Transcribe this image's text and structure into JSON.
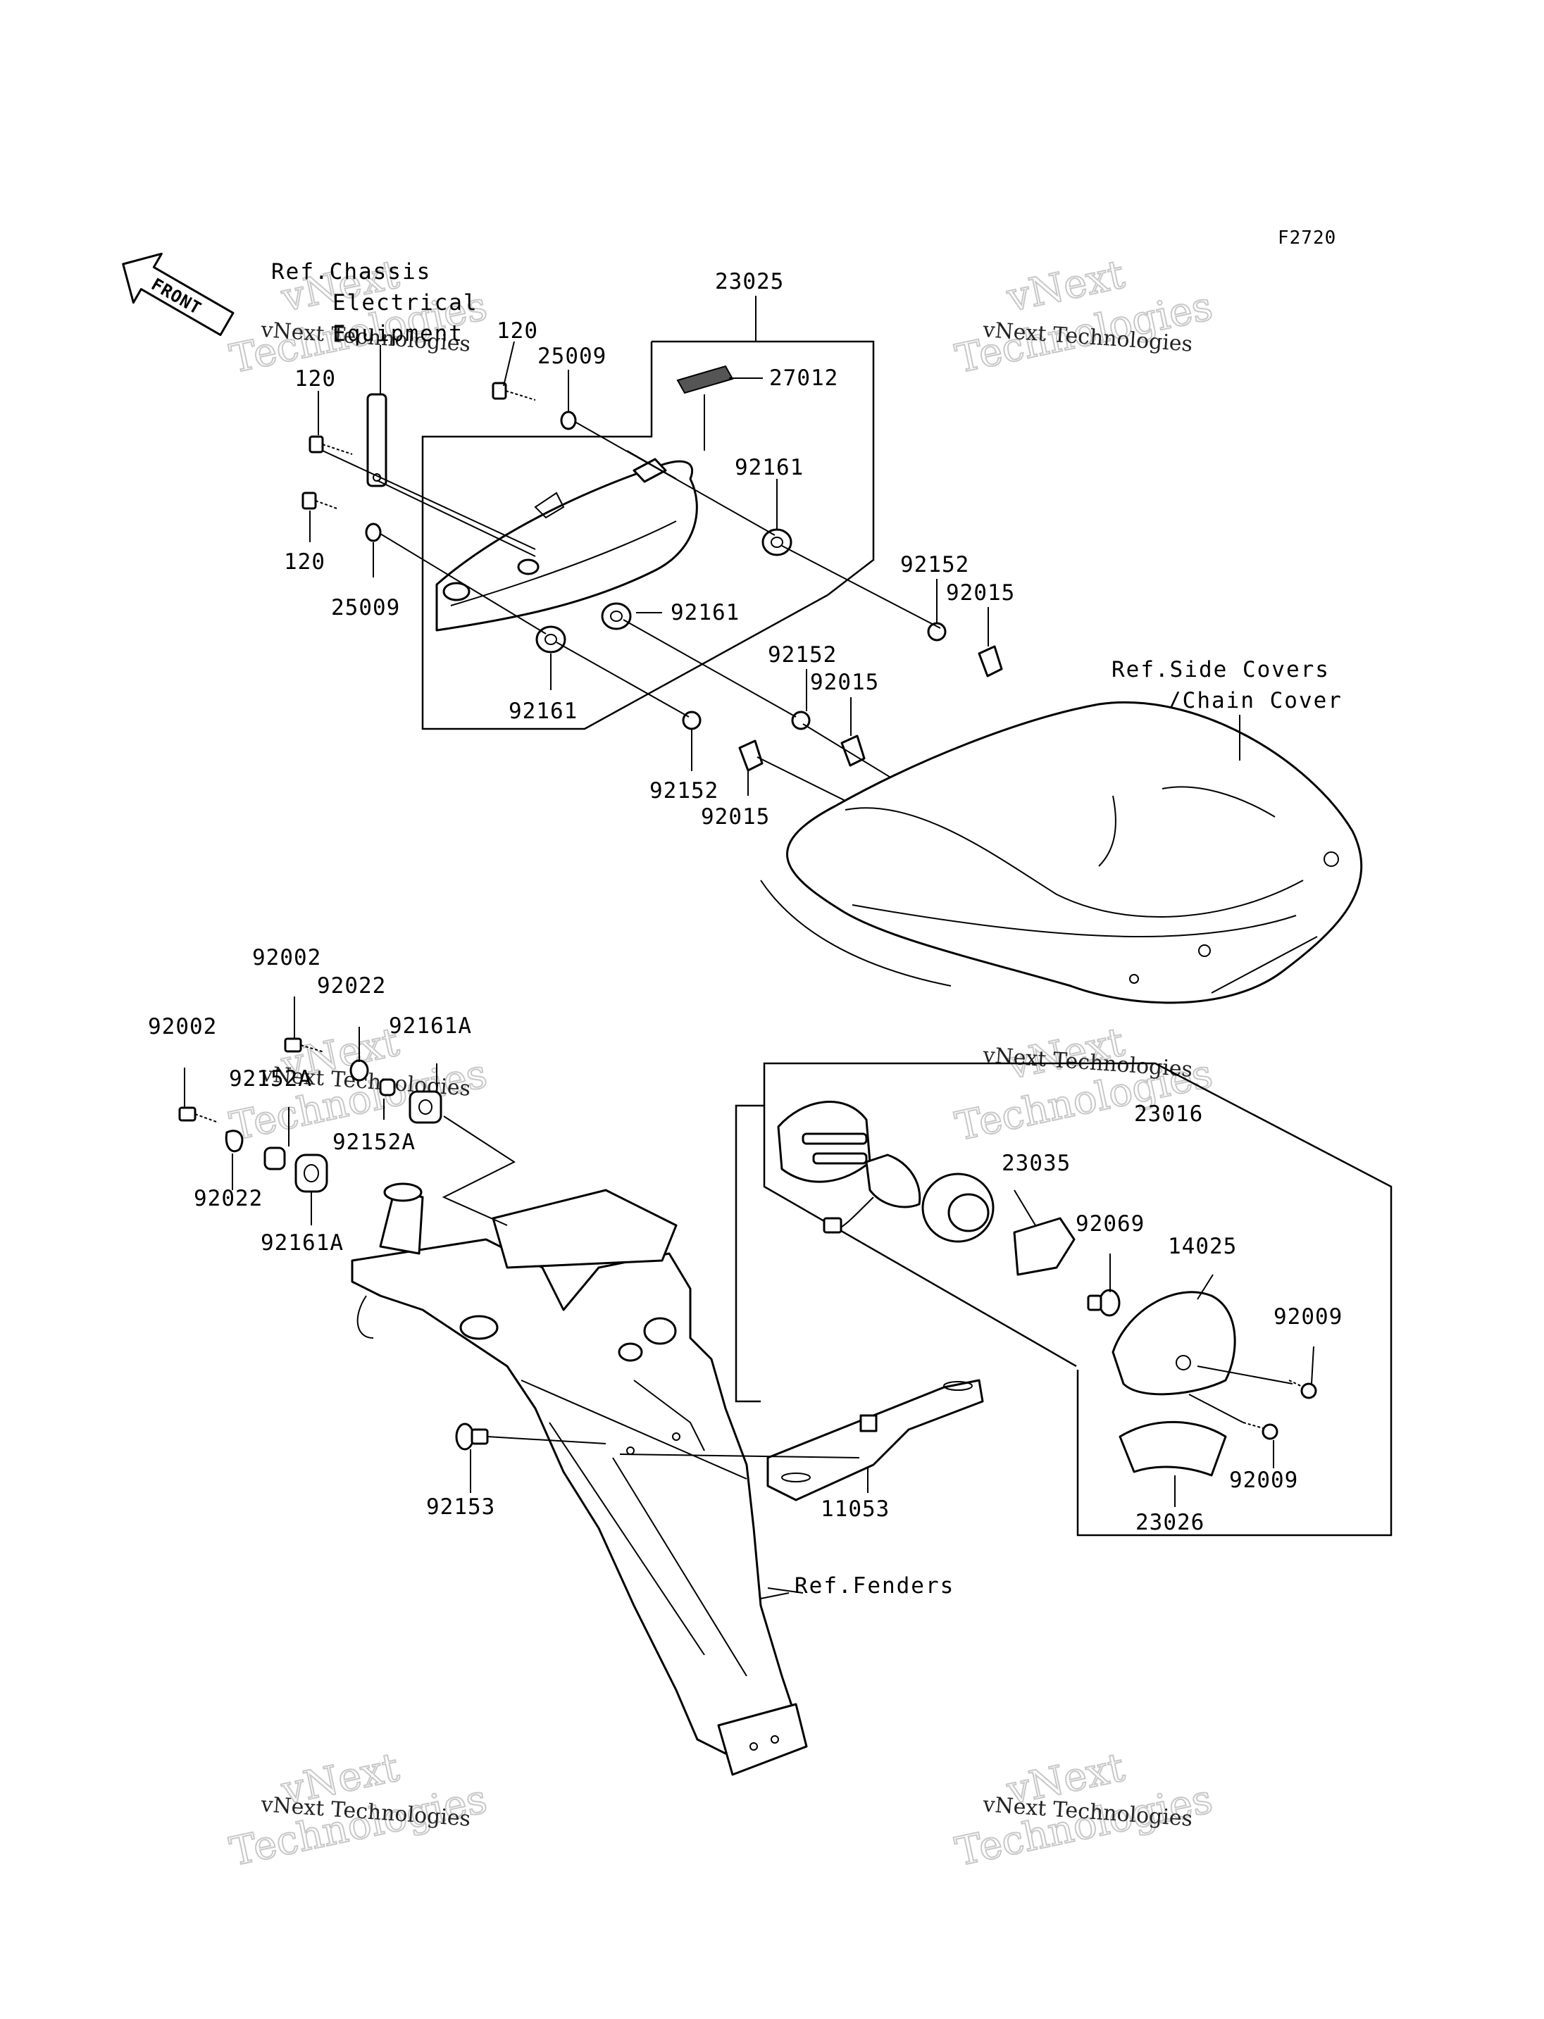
{
  "figure_code": "F2720",
  "front_arrow_label": "FRONT",
  "references": {
    "chassis_electrical": [
      "Ref.Chassis",
      "Electrical",
      "Equipment"
    ],
    "side_covers": [
      "Ref.Side Covers",
      "/Chain Cover"
    ],
    "fenders": "Ref.Fenders"
  },
  "watermark": {
    "line1": "vNext Technologies",
    "line2": "vNext",
    "line3": "Technologies"
  },
  "part_labels": {
    "p23025": "23025",
    "p27012": "27012",
    "p120a": "120",
    "p120b": "120",
    "p120c": "120",
    "p25009a": "25009",
    "p25009b": "25009",
    "p92161a": "92161",
    "p92161b": "92161",
    "p92161c": "92161",
    "p92152a": "92152",
    "p92152b": "92152",
    "p92152c": "92152",
    "p92015a": "92015",
    "p92015b": "92015",
    "p92015c": "92015",
    "p92002a": "92002",
    "p92002b": "92002",
    "p92022a": "92022",
    "p92022b": "92022",
    "p92161Aa": "92161A",
    "p92161Ab": "92161A",
    "p92152Aa": "92152A",
    "p92152Ab": "92152A",
    "p23016": "23016",
    "p23035": "23035",
    "p92069": "92069",
    "p14025": "14025",
    "p92009a": "92009",
    "p92009b": "92009",
    "p23026": "23026",
    "p11053": "11053",
    "p92153": "92153"
  }
}
